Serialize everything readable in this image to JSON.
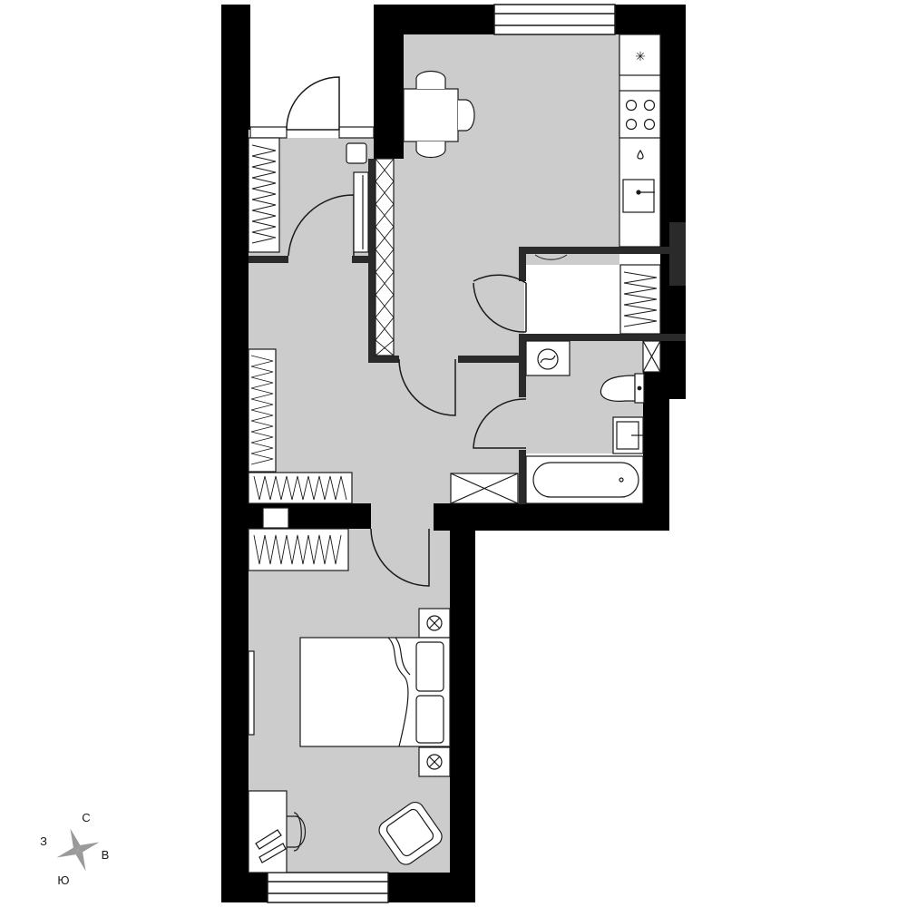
{
  "colors": {
    "wall": "#000000",
    "partition": "#2a2a2a",
    "floor": "#cccccc",
    "furniture_fill": "#ffffff",
    "line": "#1a1a1a",
    "compass": "#9a9a9a"
  },
  "compass": {
    "north": "С",
    "south": "Ю",
    "east": "В",
    "west": "З"
  },
  "rooms": [
    {
      "id": "kitchen-living",
      "fixtures": [
        "fridge-icon",
        "stove-icon",
        "sink-icon",
        "dining-table-icon"
      ]
    },
    {
      "id": "hallway",
      "fixtures": [
        "wardrobe-icon"
      ]
    },
    {
      "id": "bathroom",
      "fixtures": [
        "toilet-icon",
        "washbasin-icon",
        "bathtub-icon",
        "washing-machine-icon"
      ]
    },
    {
      "id": "storage",
      "fixtures": [
        "wardrobe-icon"
      ]
    },
    {
      "id": "bedroom",
      "fixtures": [
        "bed-icon",
        "nightstand-icon",
        "desk-icon",
        "armchair-icon"
      ]
    },
    {
      "id": "balcony",
      "fixtures": []
    }
  ]
}
